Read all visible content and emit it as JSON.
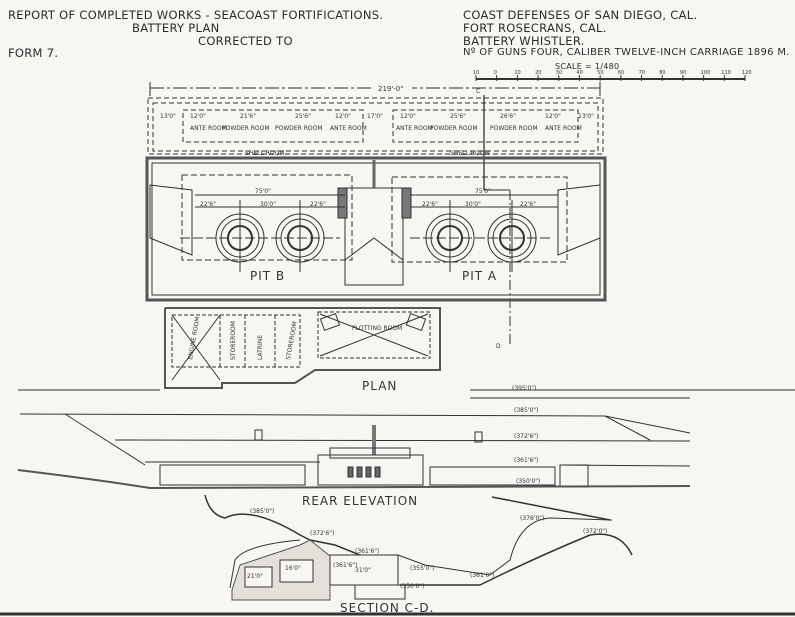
{
  "header": {
    "report_title": "REPORT OF COMPLETED WORKS - SEACOAST FORTIFICATIONS.",
    "subtitle": "BATTERY PLAN",
    "corrected": "CORRECTED TO",
    "form": "FORM 7.",
    "district": "COAST DEFENSES OF SAN DIEGO, CAL.",
    "fort": "FORT ROSECRANS, CAL.",
    "battery": "BATTERY WHISTLER.",
    "guns": "Nº OF GUNS FOUR, CALIBER TWELVE-INCH CARRIAGE 1896 M.",
    "scale": "SCALE = 1/480",
    "scale_ticks": [
      "10",
      "0",
      "10",
      "20",
      "30",
      "40",
      "50",
      "60",
      "70",
      "80",
      "90",
      "100",
      "110",
      "120"
    ]
  },
  "plan": {
    "overall_dim": "219'-0\"",
    "magazine_dims": [
      "13'0\"",
      "12'0\"",
      "21'6\"",
      "25'6\"",
      "12'0\"",
      "17'0\"",
      "12'0\"",
      "25'6\"",
      "26'6\"",
      "12'0\"",
      "13'0\""
    ],
    "rooms": [
      "ANTE ROOM",
      "POWDER ROOM",
      "POWDER ROOM",
      "ANTE ROOM",
      "ANTE ROOM",
      "POWDER ROOM",
      "POWDER ROOM",
      "ANTE ROOM"
    ],
    "shell_room": "SHELL ROOM",
    "pit_dims": [
      "75'0\"",
      "22'6\"",
      "30'0\"",
      "22'6\""
    ],
    "pit_b": "PIT B",
    "pit_a": "PIT A",
    "plotting_room": "PLOTTING ROOM",
    "lower_rooms": [
      "ENGINE ROOM",
      "STOREROOM",
      "LATRINE",
      "STOREROOM"
    ],
    "section_marks": [
      "C",
      "D"
    ],
    "title": "PLAN"
  },
  "elevation": {
    "levels": [
      "(395'0\")",
      "(385'0\")",
      "(372'6\")",
      "(361'6\")",
      "(350'0\")"
    ],
    "title": "REAR ELEVATION"
  },
  "section": {
    "levels": [
      "(385'0\")",
      "(372'6\")",
      "(361'6\")",
      "(361'6\")",
      "(355'0\")",
      "(350'0\")",
      "(361'0\")",
      "(376'0\")",
      "(372'0\")"
    ],
    "dims": [
      "21'0\"",
      "16'0\"",
      "31'0\""
    ],
    "title": "SECTION C-D."
  }
}
